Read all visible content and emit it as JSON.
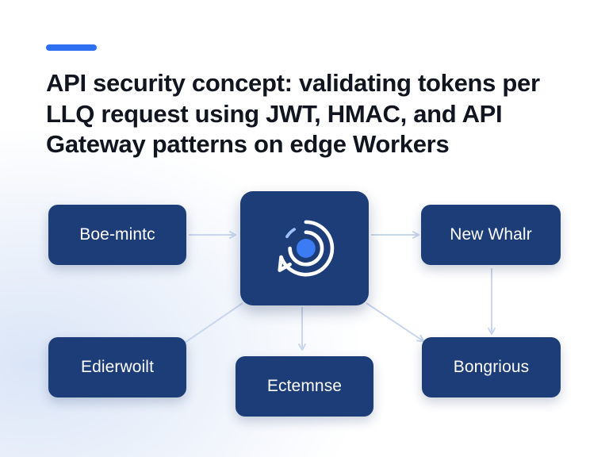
{
  "header": {
    "accent_color": "#2f6ff2",
    "title": "API security concept: validating tokens per LLQ request using JWT, HMAC, and API Gateway patterns on edge Workers"
  },
  "diagram": {
    "node_color": "#1d3d78",
    "connector_color": "#c8d7ef",
    "hub_icon": "shield-target-icon",
    "nodes": {
      "top_left": "Boe-mintc",
      "top_right": "New Whalr",
      "bottom_left": "Edierwoilt",
      "bottom_center": "Ectemnse",
      "bottom_right": "Bongrious"
    }
  }
}
